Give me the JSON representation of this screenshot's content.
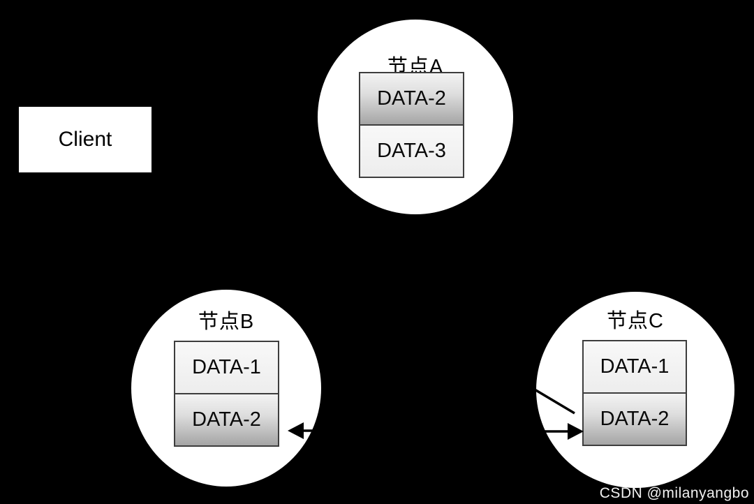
{
  "client": {
    "label": "Client"
  },
  "nodes": [
    {
      "id": "A",
      "title": "节点A",
      "boxes": [
        {
          "label": "DATA-2",
          "highlight": true
        },
        {
          "label": "DATA-3",
          "highlight": false
        }
      ]
    },
    {
      "id": "B",
      "title": "节点B",
      "boxes": [
        {
          "label": "DATA-1",
          "highlight": false
        },
        {
          "label": "DATA-2",
          "highlight": true
        }
      ]
    },
    {
      "id": "C",
      "title": "节点C",
      "boxes": [
        {
          "label": "DATA-1",
          "highlight": false
        },
        {
          "label": "DATA-2",
          "highlight": true
        }
      ]
    }
  ],
  "arrows": [
    {
      "name": "arrow-into-node-b-data-2",
      "direction": "left",
      "target": "节点B DATA-2"
    },
    {
      "name": "line-into-node-c-upper",
      "direction": "down-right",
      "target": "节点C"
    },
    {
      "name": "arrow-into-node-c-data-2",
      "direction": "right",
      "target": "节点C DATA-2"
    }
  ],
  "watermark": {
    "text": "CSDN @milanyangbo"
  },
  "colors": {
    "background": "#000000",
    "node_fill": "#ffffff",
    "box_border": "#3d3d3d",
    "highlight_gradient_top": "#f3f3f3",
    "highlight_gradient_bottom": "#a5a5a5",
    "plain_box_fill": "#f3f3f3",
    "arrow": "#000000",
    "watermark_text": "#f2f2f2"
  }
}
